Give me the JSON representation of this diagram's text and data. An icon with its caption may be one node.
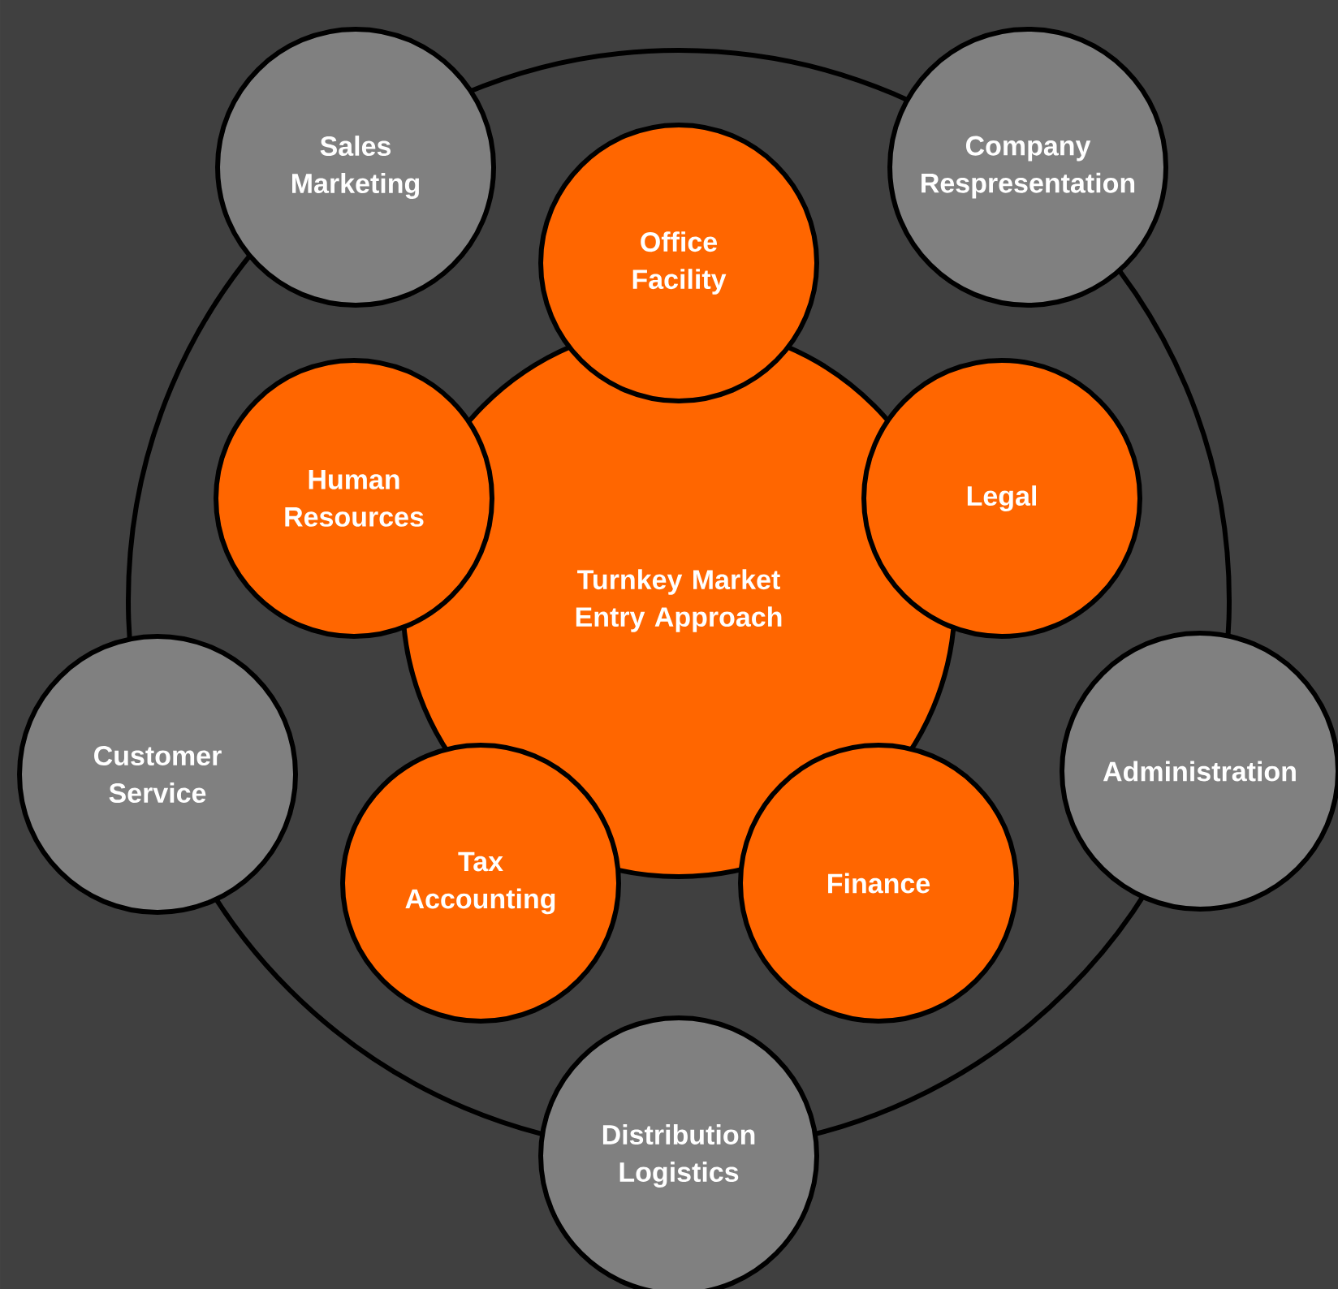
{
  "diagram": {
    "nodes": [
      {
        "text": [
          "Turnkey Market Entry Approach"
        ]
      },
      {
        "text": [
          "Office Facility"
        ]
      },
      {
        "text": [
          "Human Resources"
        ]
      },
      {
        "text": [
          "Legal"
        ]
      },
      {
        "text": [
          "Tax Accounting"
        ]
      },
      {
        "text": [
          "Finance"
        ]
      },
      {
        "text": [
          "Sales Marketing"
        ]
      },
      {
        "text": [
          "Company Respresentation"
        ]
      },
      {
        "text": [
          "Customer Service"
        ]
      },
      {
        "text": [
          "Administration"
        ]
      },
      {
        "text": [
          "Distribution Logistics"
        ]
      }
    ]
  }
}
